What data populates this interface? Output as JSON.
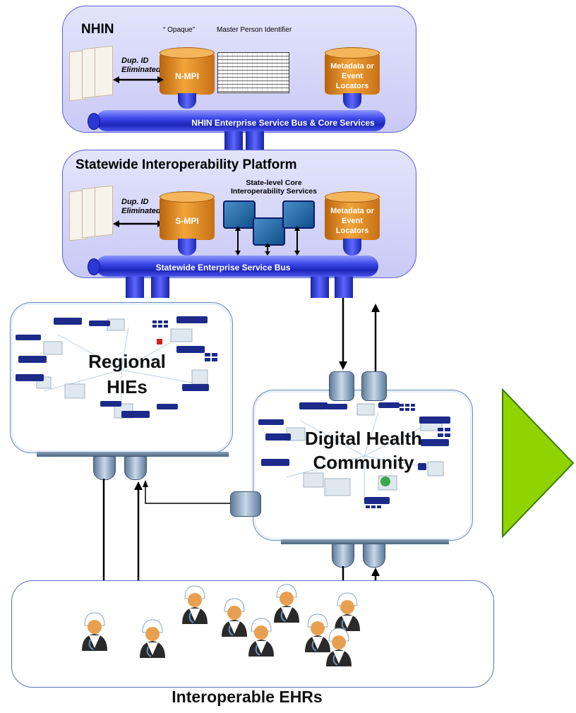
{
  "nhin": {
    "title": "NHIN",
    "opaque_label": "“ Opaque”",
    "mpi_caption": "Master Person Identifier",
    "dup_id": "Dup. ID\nEliminated",
    "mpi_db": "N-MPI",
    "metadata_db": "Metadata or Event Locators",
    "bus_label": "NHIN Enterprise Service Bus &  Core Services"
  },
  "statewide": {
    "title": "Statewide Interoperability Platform",
    "core_services_label": "State-level Core Interoperability Services",
    "dup_id": "Dup. ID\nEliminated",
    "mpi_db": "S-MPI",
    "metadata_db": "Metadata or Event Locators",
    "bus_label": "Statewide Enterprise Service Bus"
  },
  "regional": {
    "label": "Regional HIEs"
  },
  "community": {
    "label": "Digital Health Community"
  },
  "ehrs": {
    "label": "Interoperable EHRs"
  },
  "colors": {
    "panel_fill": "#cfd0f8",
    "panel_border": "#5d5fd8",
    "bus_blue": "#2a36d6",
    "db_orange": "#e8921e",
    "arrow_green": "#8fd400",
    "arrow_green_border": "#3f7d10"
  }
}
